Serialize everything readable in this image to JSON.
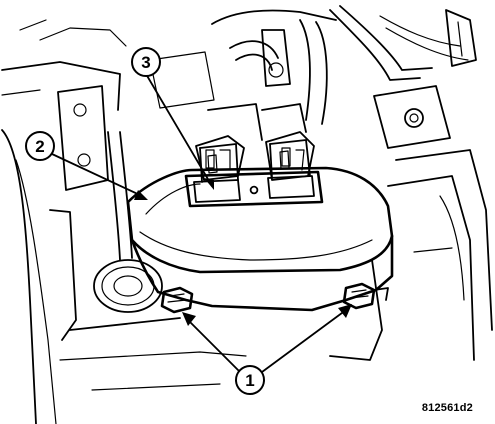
{
  "callouts": [
    {
      "id": "bolts",
      "label": "1"
    },
    {
      "id": "cover",
      "label": "2"
    },
    {
      "id": "connectors",
      "label": "3"
    }
  ],
  "figure_id": "812561d2",
  "colors": {
    "ink": "#000000",
    "background": "#ffffff"
  }
}
